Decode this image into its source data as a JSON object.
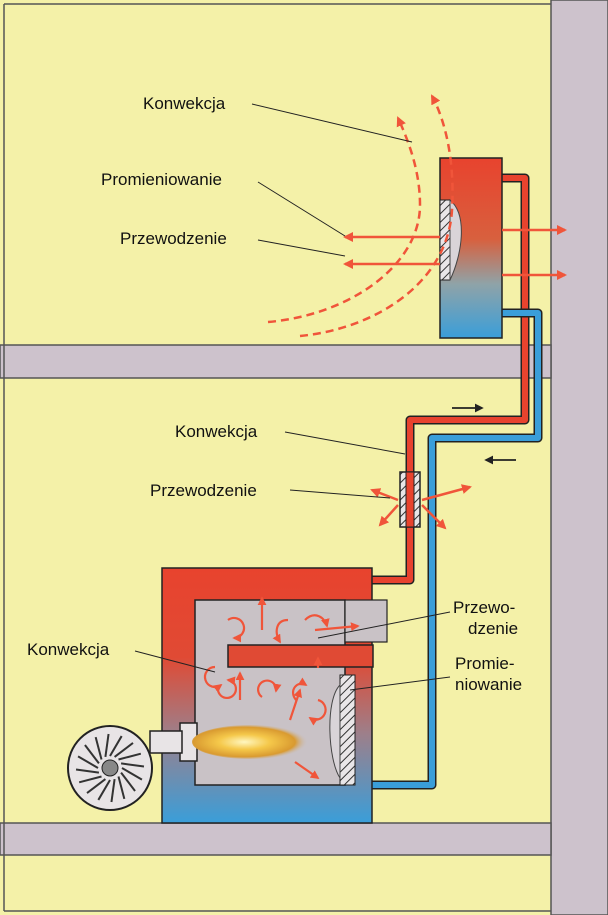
{
  "colors": {
    "wall": "#f4f1a8",
    "floor_slab": "#cdc2cc",
    "hot": "#e8432e",
    "cold": "#3a9ed9",
    "heat_arrow": "#f0553a",
    "chamber": "#c9c2c6",
    "outline": "#222222"
  },
  "labels": {
    "top_convection": "Konwekcja",
    "top_radiation": "Promieniowanie",
    "top_conduction": "Przewodzenie",
    "mid_convection": "Konwekcja",
    "mid_conduction": "Przewodzenie",
    "boiler_conduction_line1": "Przewo-",
    "boiler_conduction_line2": "dzenie",
    "boiler_radiation_line1": "Promie-",
    "boiler_radiation_line2": "niowanie",
    "boiler_convection": "Konwekcja"
  },
  "icons": [
    "fan-icon",
    "flame-icon",
    "heat-arrow-icon",
    "flow-direction-arrow-icon"
  ]
}
